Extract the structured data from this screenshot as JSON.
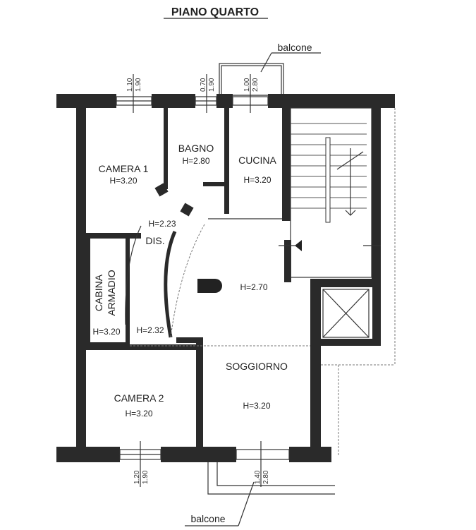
{
  "title": "PIANO QUARTO",
  "balcony_top": "balcone",
  "balcony_bottom": "balcone",
  "rooms": {
    "camera1": {
      "name": "CAMERA 1",
      "height": "H=3.20"
    },
    "bagno": {
      "name": "BAGNO",
      "height": "H=2.80"
    },
    "cucina": {
      "name": "CUCINA",
      "height": "H=3.20"
    },
    "dis": {
      "name": "DIS.",
      "height": "H=2.23"
    },
    "cabina": {
      "name_line1": "CABINA",
      "name_line2": "ARMADIO",
      "height": "H=3.20"
    },
    "corridor_low": {
      "height": "H=2.32"
    },
    "ingresso": {
      "height": "H=2.70"
    },
    "soggiorno": {
      "name": "SOGGIORNO",
      "height": "H=3.20"
    },
    "camera2": {
      "name": "CAMERA 2",
      "height": "H=3.20"
    }
  },
  "windows": {
    "w1": {
      "top": "1.10",
      "bottom": "1.90"
    },
    "w2": {
      "top": "0.70",
      "bottom": "1.90"
    },
    "w3": {
      "top": "1.00",
      "bottom": "2.80"
    },
    "w4": {
      "top": "1.20",
      "bottom": "1.90"
    },
    "w5": {
      "top": "1.40",
      "bottom": "2.80"
    }
  }
}
